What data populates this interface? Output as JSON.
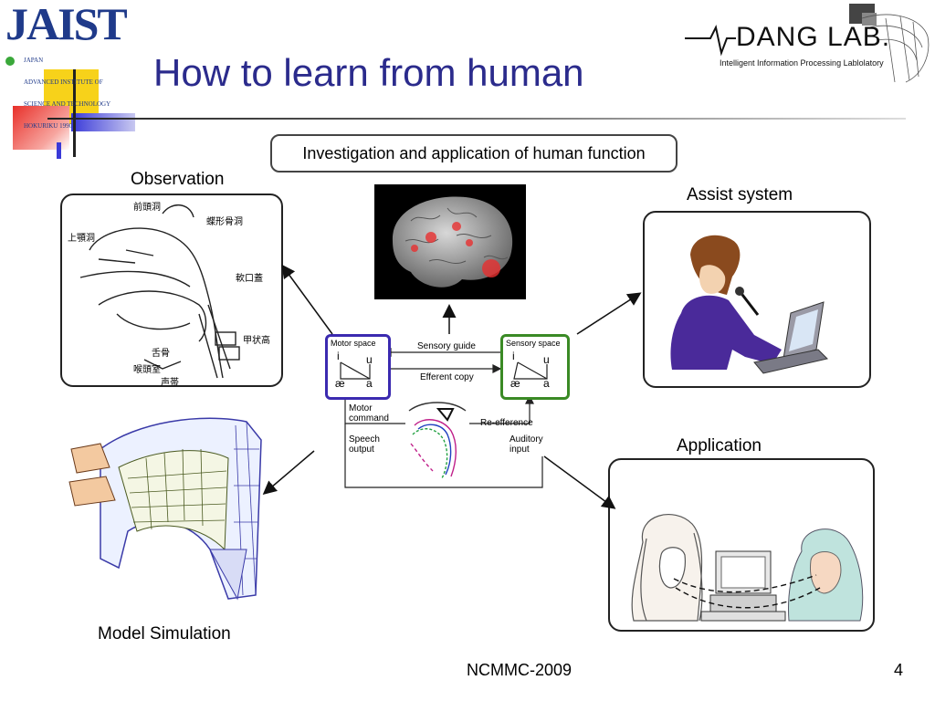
{
  "slide": {
    "title": "How to learn from human",
    "footer": "NCMMC-2009",
    "page_number": "4"
  },
  "logo_jaist": {
    "word": "JAIST",
    "subtitle_lines": [
      "JAPAN",
      "ADVANCED INSTITUTE OF",
      "SCIENCE AND TECHNOLOGY",
      "HOKURIKU 1990"
    ]
  },
  "logo_dang": {
    "word": "DANG LAB.",
    "subtitle": "Intelligent Information Processing Lablolatory"
  },
  "diagram": {
    "center_title": "Investigation and application of human function",
    "observation": {
      "label": "Observation",
      "annotations": [
        "前頭洞",
        "蝶形骨洞",
        "上顎洞",
        "軟口蓋",
        "舌骨",
        "喉頭室",
        "声帯",
        "甲状高"
      ]
    },
    "assist_label": "Assist system",
    "application_label": "Application",
    "model_label": "Model Simulation",
    "motor_space": {
      "title": "Motor space",
      "vowels": [
        "i",
        "u",
        "æ",
        "a"
      ]
    },
    "sensory_space": {
      "title": "Sensory space",
      "vowels": [
        "i",
        "u",
        "æ",
        "a"
      ]
    },
    "labels": {
      "sensory_guide": "Sensory guide",
      "efferent_copy": "Efferent copy",
      "motor_command": "Motor command",
      "re_efference": "Re-efference",
      "speech_output": "Speech output",
      "auditory_input": "Auditory input"
    }
  },
  "colors": {
    "title_blue": "#2b2b8c",
    "motor_box": "#3b2ab0",
    "sensory_box": "#3a8a25",
    "deco_yellow": "#f7d21a",
    "deco_red": "#e8302a",
    "deco_blue": "#3a3ad8"
  }
}
